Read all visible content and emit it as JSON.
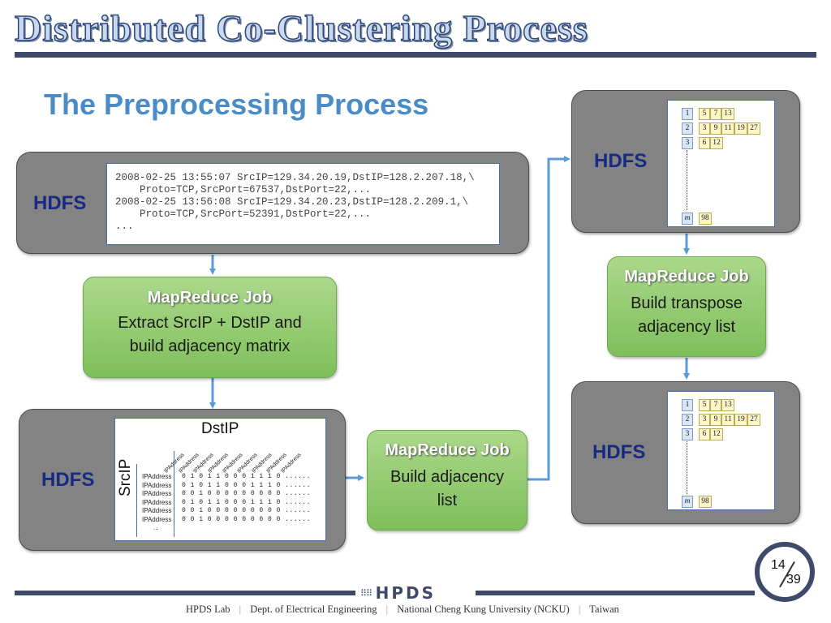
{
  "slide": {
    "title": "Distributed Co-Clustering Process",
    "subtitle": "The Preprocessing Process"
  },
  "hdfs_label": "HDFS",
  "log": {
    "lines": [
      "2008-02-25 13:55:07 SrcIP=129.34.20.19,DstIP=128.2.207.18,\\",
      "    Proto=TCP,SrcPort=67537,DstPort=22,...",
      "2008-02-25 13:56:08 SrcIP=129.34.20.23,DstIP=128.2.209.1,\\",
      "    Proto=TCP,SrcPort=52391,DstPort=22,...",
      "..."
    ]
  },
  "mapreduce_jobs": [
    {
      "title": "MapReduce Job",
      "desc_line1": "Extract SrcIP + DstIP and",
      "desc_line2": "build adjacency matrix"
    },
    {
      "title": "MapReduce Job",
      "desc_line1": "Build adjacency",
      "desc_line2": "list"
    },
    {
      "title": "MapReduce Job",
      "desc_line1": "Build transpose",
      "desc_line2": "adjacency list"
    }
  ],
  "matrix": {
    "col_axis": "DstIP",
    "row_axis": "SrcIP",
    "col_header": "IPAddress",
    "row_label": "IPAddress",
    "rows": [
      "0 1 0 1 1 0 0 0 1 1 1 0 ......",
      "0 1 0 1 1 0 0 0 1 1 1 0 ......",
      "0 0 1 0 0 0 0 0 0 0 0 0 ......",
      "0 1 0 1 1 0 0 0 1 1 1 0 ......",
      "0 0 1 0 0 0 0 0 0 0 0 0 ......",
      "0 0 1 0 0 0 0 0 0 0 0 0 ......"
    ],
    "ellipsis": "..."
  },
  "adjacency_list": {
    "rows": [
      {
        "key": "1",
        "values": [
          "5",
          "7",
          "13"
        ]
      },
      {
        "key": "2",
        "values": [
          "3",
          "9",
          "11",
          "19",
          "27"
        ]
      },
      {
        "key": "3",
        "values": [
          "6",
          "12"
        ]
      },
      {
        "key": "m",
        "values": [
          "98"
        ]
      }
    ]
  },
  "page": {
    "current": "14",
    "total": "39"
  },
  "footer": {
    "logo": "HPDS",
    "items": [
      "HPDS Lab",
      "Dept. of Electrical Engineering",
      "National Cheng Kung University (NCKU)",
      "Taiwan"
    ],
    "separator": "|"
  },
  "colors": {
    "arrow": "#5b9bd5",
    "title": "#2d4678",
    "hdfs": "#182a82",
    "accent": "#4a8cc8"
  }
}
